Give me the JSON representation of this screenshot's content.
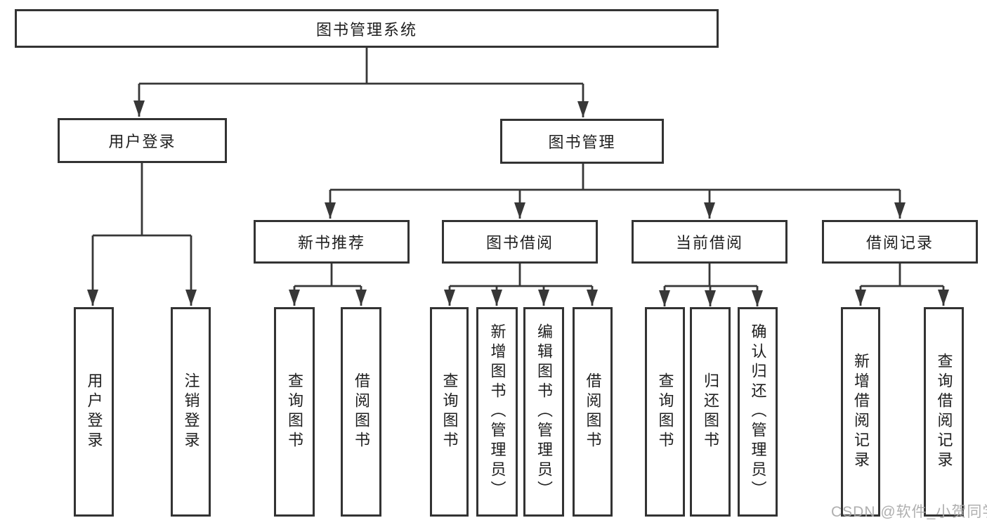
{
  "diagram": {
    "root": {
      "label": "图书管理系统"
    },
    "branches": [
      {
        "label": "用户登录",
        "children": [
          {
            "label": "用户登录"
          },
          {
            "label": "注销登录"
          }
        ]
      },
      {
        "label": "图书管理",
        "children": [
          {
            "label": "新书推荐",
            "children": [
              {
                "label": "查询图书"
              },
              {
                "label": "借阅图书"
              }
            ]
          },
          {
            "label": "图书借阅",
            "children": [
              {
                "label": "查询图书"
              },
              {
                "label": "新增图书（管理员）"
              },
              {
                "label": "编辑图书（管理员）"
              },
              {
                "label": "借阅图书"
              }
            ]
          },
          {
            "label": "当前借阅",
            "children": [
              {
                "label": "查询图书"
              },
              {
                "label": "归还图书"
              },
              {
                "label": "确认归还（管理员）"
              }
            ]
          },
          {
            "label": "借阅记录",
            "children": [
              {
                "label": "新增借阅记录"
              },
              {
                "label": "查询借阅记录"
              }
            ]
          }
        ]
      }
    ]
  },
  "watermark": {
    "text": "CSDN @软件_小贺同学"
  },
  "colors": {
    "line": "#373737",
    "box_border": "#333333",
    "text": "#1f1f1f",
    "watermark": "#a8a8a8",
    "background": "#ffffff"
  }
}
